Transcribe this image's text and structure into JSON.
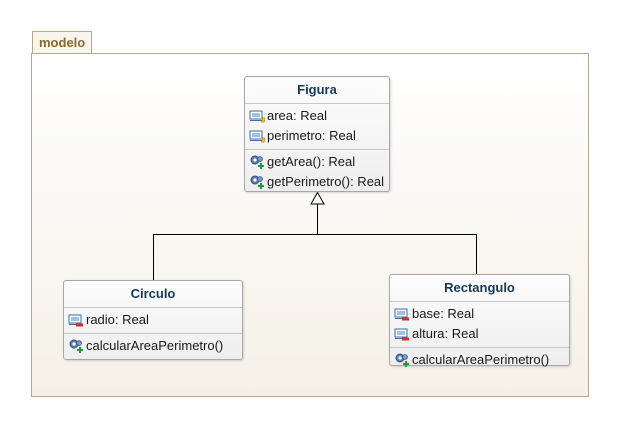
{
  "package": {
    "name": "modelo"
  },
  "colors": {
    "package_border": "#b3a98e",
    "package_label": "#8a6a2e",
    "class_name": "#143a5a",
    "connector": "#000000"
  },
  "classes": {
    "figura": {
      "name": "Figura",
      "attributes": [
        {
          "text": "area: Real",
          "icon": "protected-attribute-icon"
        },
        {
          "text": "perimetro: Real",
          "icon": "protected-attribute-icon"
        }
      ],
      "operations": [
        {
          "text": "getArea(): Real",
          "icon": "public-operation-icon"
        },
        {
          "text": "getPerimetro(): Real",
          "icon": "public-operation-icon"
        }
      ]
    },
    "circulo": {
      "name": "Circulo",
      "attributes": [
        {
          "text": "radio: Real",
          "icon": "private-attribute-icon"
        }
      ],
      "operations": [
        {
          "text": "calcularAreaPerimetro()",
          "icon": "public-operation-icon"
        }
      ]
    },
    "rectangulo": {
      "name": "Rectangulo",
      "attributes": [
        {
          "text": "base: Real",
          "icon": "private-attribute-icon"
        },
        {
          "text": "altura: Real",
          "icon": "private-attribute-icon"
        }
      ],
      "operations": [
        {
          "text": "calcularAreaPerimetro()",
          "icon": "public-operation-icon"
        }
      ]
    }
  },
  "relationships": [
    {
      "type": "generalization",
      "from": "Circulo",
      "to": "Figura"
    },
    {
      "type": "generalization",
      "from": "Rectangulo",
      "to": "Figura"
    }
  ]
}
